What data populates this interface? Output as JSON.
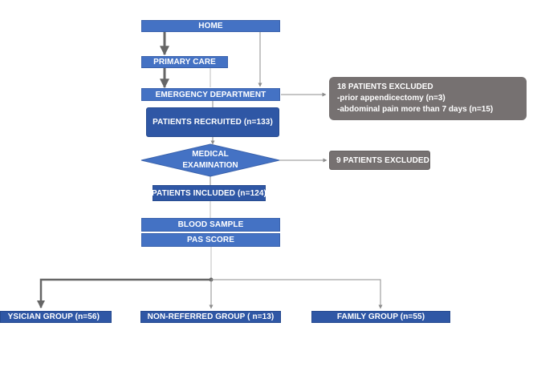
{
  "flow": {
    "home": "HOME",
    "primary_care": "PRIMARY CARE",
    "emergency_department": "EMERGENCY DEPARTMENT",
    "patients_recruited": "PATIENTS RECRUITED (n=133)",
    "medical_examination": [
      "MEDICAL",
      "EXAMINATION"
    ],
    "patients_included": "PATIENTS INCLUDED (n=124)",
    "blood_sample": "BLOOD SAMPLE",
    "pas_score": "PAS SCORE",
    "groups": {
      "physician": "YSICIAN GROUP (n=56)",
      "non_referred": "NON-REFERRED GROUP ( n=13)",
      "family": "FAMILY GROUP (n=55)"
    },
    "exclusion_1": {
      "title": "18 PATIENTS EXCLUDED",
      "lines": [
        "-prior appendicectomy (n=3)",
        "-abdominal pain more than 7 days (n=15)"
      ]
    },
    "exclusion_2": "9 PATIENTS EXCLUDED"
  },
  "colors": {
    "box_blue": "#4472c4",
    "box_dark_blue": "#2f57a5",
    "exclusion_gray": "#767171",
    "connector": "#8c8c8c"
  }
}
